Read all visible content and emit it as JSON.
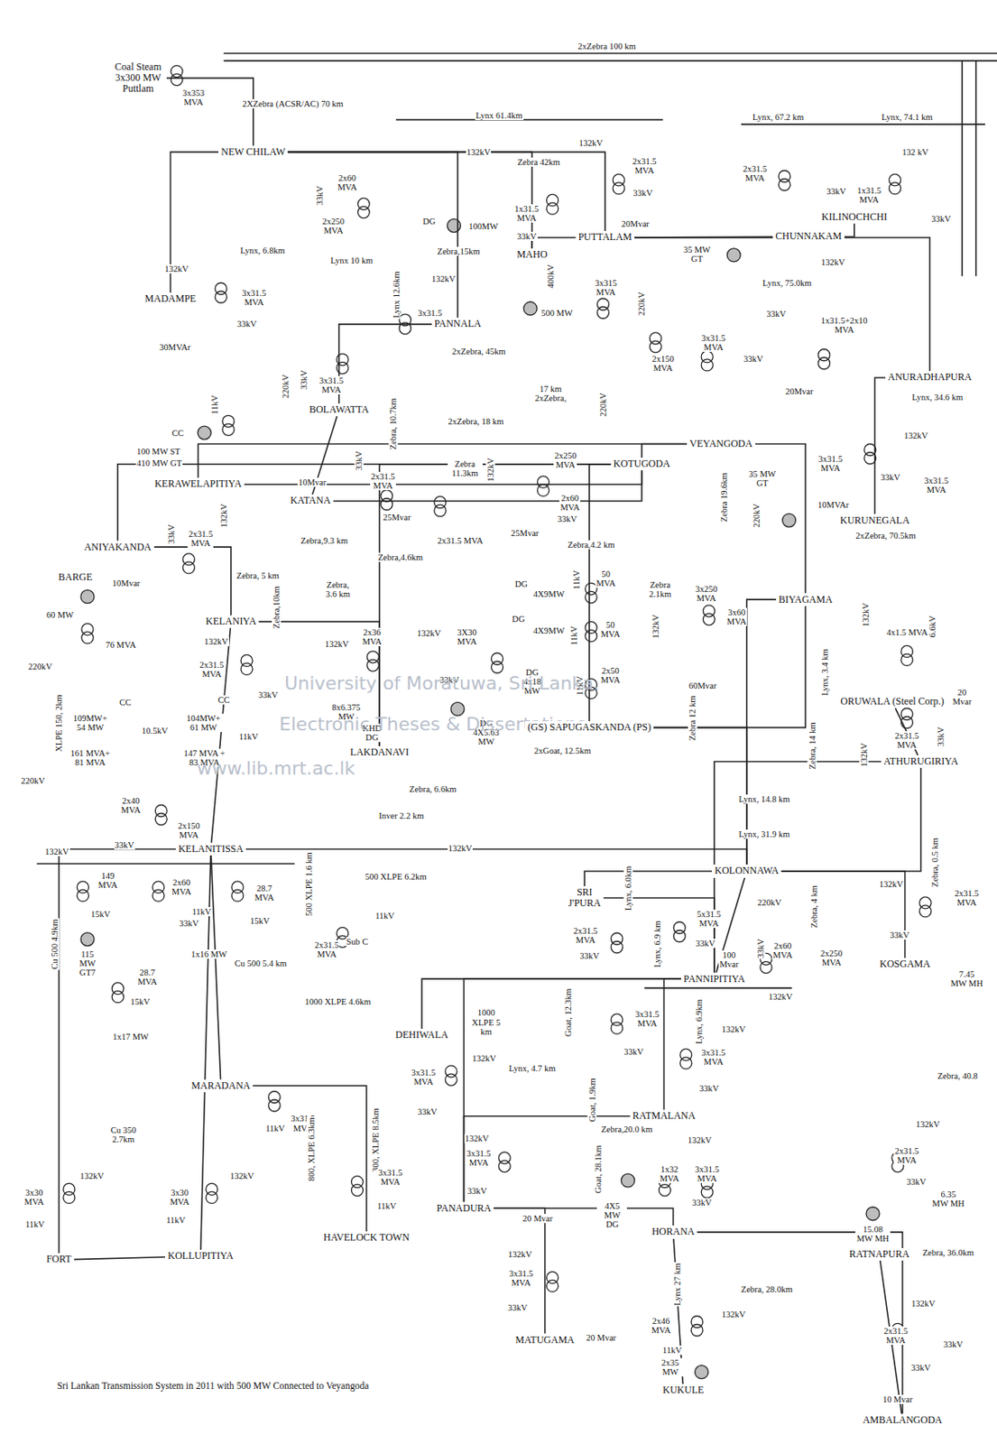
{
  "diagram": {
    "caption": "Sri Lankan Transmission System in 2011 with 500 MW Connected to Veyangoda",
    "nodes": [
      {
        "text": [
          "Coal Steam",
          "3x300 MW Puttlam"
        ]
      },
      {
        "text": [
          "NEW CHILAW"
        ]
      },
      {
        "text": [
          "MADAMPE"
        ]
      },
      {
        "text": [
          "PANNALA"
        ]
      },
      {
        "text": [
          "MAHO"
        ]
      },
      {
        "text": [
          "PUTTALAM"
        ]
      },
      {
        "text": [
          "CHUNNAKAM"
        ]
      },
      {
        "text": [
          "KILINOCHCHI"
        ]
      },
      {
        "text": [
          "ANURADHAPURA"
        ]
      },
      {
        "text": [
          "VEYANGODA"
        ]
      },
      {
        "text": [
          "BOLAWATTA"
        ]
      },
      {
        "text": [
          "KERAWELAPITIYA"
        ]
      },
      {
        "text": [
          "KATANA"
        ]
      },
      {
        "text": [
          "KOTUGODA"
        ]
      },
      {
        "text": [
          "KURUNEGALA"
        ]
      },
      {
        "text": [
          "ANIYAKANDA"
        ]
      },
      {
        "text": [
          "BARGE"
        ]
      },
      {
        "text": [
          "BIYAGAMA"
        ]
      },
      {
        "text": [
          "KELANIYA"
        ]
      },
      {
        "text": [
          "LAKDANAVI"
        ]
      },
      {
        "text": [
          "(GS) SAPUGASKANDA (PS)"
        ]
      },
      {
        "text": [
          "ORUWALA (Steel Corp.)"
        ]
      },
      {
        "text": [
          "ATHURUGIRIYA"
        ]
      },
      {
        "text": [
          "KELANITISSA"
        ]
      },
      {
        "text": [
          "KOLONNAWA"
        ]
      },
      {
        "text": [
          "SRI J'PURA"
        ]
      },
      {
        "text": [
          "PANNIPITIYA"
        ]
      },
      {
        "text": [
          "KOSGAMA"
        ]
      },
      {
        "text": [
          "MARADANA"
        ]
      },
      {
        "text": [
          "DEHIWALA"
        ]
      },
      {
        "text": [
          "RATMALANA"
        ]
      },
      {
        "text": [
          "FORT"
        ]
      },
      {
        "text": [
          "KOLLUPITIYA"
        ]
      },
      {
        "text": [
          "HAVELOCK TOWN"
        ]
      },
      {
        "text": [
          "PANADURA"
        ]
      },
      {
        "text": [
          "HORANA"
        ]
      },
      {
        "text": [
          "RATNAPURA"
        ]
      },
      {
        "text": [
          "MATUGAMA"
        ]
      },
      {
        "text": [
          "KUKULE"
        ]
      },
      {
        "text": [
          "AMBALANGODA"
        ]
      }
    ],
    "edges": [
      {
        "from": 0,
        "to": 1,
        "arrow": "none",
        "label": "2XZebra (ACSR/AC) 70 km"
      },
      {
        "from": 1,
        "to": 2,
        "arrow": "none",
        "label": "Lynx, 6.8km"
      },
      {
        "from": 1,
        "to": 5,
        "arrow": "none",
        "label": "Lynx 61.4km"
      },
      {
        "from": 5,
        "to": 4,
        "arrow": "none",
        "label": "Zebra 42km"
      },
      {
        "from": 1,
        "to": 4,
        "arrow": "none",
        "label": "Zebra,15km"
      },
      {
        "from": 1,
        "to": 3,
        "arrow": "none",
        "label": "Lynx 10 km"
      },
      {
        "from": 3,
        "to": 10,
        "arrow": "none",
        "label": "Lynx 12.6km"
      },
      {
        "from": 5,
        "to": 6,
        "arrow": "none",
        "label": "Lynx, 67.2 km"
      },
      {
        "from": 6,
        "to": 7,
        "arrow": "none",
        "label": "Lynx, 74.1 km"
      },
      {
        "from": 5,
        "to": 8,
        "arrow": "none",
        "label": "Lynx, 75.0km"
      },
      {
        "from": 9,
        "to": 11,
        "arrow": "none",
        "label": "2xZebra, 45km"
      },
      {
        "from": 9,
        "to": 13,
        "arrow": "none",
        "label": "17 km 2xZebra,"
      },
      {
        "from": 11,
        "to": 13,
        "arrow": "none",
        "label": "2xZebra, 18 km"
      },
      {
        "from": 10,
        "to": 12,
        "arrow": "none",
        "label": "Zebra, 10.7km"
      },
      {
        "from": 12,
        "to": 13,
        "arrow": "none",
        "label": "Zebra 11.3km"
      },
      {
        "from": 8,
        "to": 14,
        "arrow": "none",
        "label": "Lynx, 34.6 km"
      },
      {
        "from": 9,
        "to": 17,
        "arrow": "none",
        "label": "Zebra 19.6km"
      },
      {
        "from": 13,
        "to": 15,
        "arrow": "none",
        "label": "Zebra,9.3 km"
      },
      {
        "from": 15,
        "to": 18,
        "arrow": "none",
        "label": "Zebra, 5 km"
      },
      {
        "from": 13,
        "to": 19,
        "arrow": "none",
        "label": "Zebra,4.6km"
      },
      {
        "from": 18,
        "to": 19,
        "arrow": "none",
        "label": "Zebra, 3.6 km"
      },
      {
        "from": 13,
        "to": 20,
        "arrow": "none",
        "label": "Zebra,4.2 km"
      },
      {
        "from": 20,
        "to": 17,
        "arrow": "none",
        "label": "Zebra 2.1km"
      },
      {
        "from": 17,
        "to": 24,
        "arrow": "none",
        "label": "Zebra 12 km"
      },
      {
        "from": 20,
        "to": 24,
        "arrow": "none",
        "label": "2xGoat, 12.5km"
      },
      {
        "from": 18,
        "to": 23,
        "arrow": "none",
        "label": "Zebra,10km"
      },
      {
        "from": 23,
        "to": 24,
        "arrow": "none",
        "label": "Zebra, 6.6km"
      },
      {
        "from": 21,
        "to": 22,
        "arrow": "none",
        "label": "Lynx, 3.4 km"
      },
      {
        "from": 24,
        "to": 22,
        "arrow": "none",
        "label": "Lynx, 14.8 km"
      },
      {
        "from": 24,
        "to": 27,
        "arrow": "none",
        "label": "Lynx, 31.9 km"
      },
      {
        "from": 22,
        "to": 26,
        "arrow": "none",
        "label": "Zebra, 14 km"
      },
      {
        "from": 24,
        "to": 26,
        "arrow": "none",
        "label": "Zebra, 4 km"
      },
      {
        "from": 24,
        "to": 25,
        "arrow": "none",
        "label": "Lynx, 6.0km"
      },
      {
        "from": 25,
        "to": 26,
        "arrow": "none",
        "label": "Lynx, 6.9 km"
      },
      {
        "from": 26,
        "to": 30,
        "arrow": "none",
        "label": "Lynx, 6.9km"
      },
      {
        "from": 23,
        "to": 31,
        "arrow": "none",
        "label": "Cu 500 4.9km"
      },
      {
        "from": 31,
        "to": 32,
        "arrow": "none",
        "label": "Cu 350 2.7km"
      },
      {
        "from": 23,
        "to": 32,
        "arrow": "none",
        "label": "Cu 500 5.4 km"
      },
      {
        "from": 23,
        "to": 28,
        "arrow": "none",
        "label": "1000 XLPE 4.6km"
      },
      {
        "from": 28,
        "to": 33,
        "arrow": "none",
        "label": "800, XLPE 6.3km"
      },
      {
        "from": 26,
        "to": 29,
        "arrow": "none",
        "label": "1000 XLPE 5 km"
      },
      {
        "from": 30,
        "to": 34,
        "arrow": "none",
        "label": "Lynx, 4.7 km"
      },
      {
        "from": 26,
        "to": 34,
        "arrow": "none",
        "label": "Goat, 12.3km"
      },
      {
        "from": 34,
        "to": 35,
        "arrow": "none",
        "label": "Zebra,20.0 km"
      },
      {
        "from": 34,
        "to": 37,
        "arrow": "none",
        "label": "Goat, 28.1km"
      },
      {
        "from": 35,
        "to": 38,
        "arrow": "none",
        "label": "Lynx 27 km"
      },
      {
        "from": 35,
        "to": 39,
        "arrow": "none",
        "label": "Zebra, 28.0km"
      },
      {
        "from": 36,
        "to": 39,
        "arrow": "none",
        "label": "Zebra, 36.0km"
      }
    ],
    "labels": [
      "2xZebra 100 km",
      "3x353 MVA",
      "132kV",
      "132kV",
      "2x31.5 MVA",
      "33kV",
      "20Mvar",
      "1x31.5 MVA",
      "33kV",
      "DG",
      "100MW",
      "2x31.5 MVA",
      "33kV",
      "1x31.5 MVA",
      "33kV",
      "132 kV",
      "132kV",
      "35 MW GT",
      "2x60 MVA",
      "33kV",
      "2x250 MVA",
      "132kV",
      "3x31.5 MVA",
      "33kV",
      "30MVAr",
      "132kV",
      "3x31.5",
      "400kV",
      "3x315 MVA",
      "220kV",
      "500 MW",
      "3x31.5 MVA",
      "33kV",
      "220kV",
      "3x31.5 MVA",
      "2x150 MVA",
      "33kV",
      "20Mvar",
      "220kV",
      "33kV",
      "1x31.5+2x10 MVA",
      "132kV",
      "11kV",
      "CC",
      "100 MW ST",
      "410 MW GT",
      "132kV",
      "2x31.5 MVA",
      "33kV",
      "10Mvar",
      "25Mvar",
      "2x250 MVA",
      "2x60 MVA",
      "33kV",
      "25Mvar",
      "35 MW GT",
      "220kV",
      "3x31.5 MVA",
      "33kV",
      "10MVAr",
      "3x31.5 MVA",
      "2xZebra, 70.5km",
      "33kV",
      "2x31.5 MVA",
      "132kV",
      "2x31.5 MVA",
      "10Mvar",
      "60 MW",
      "76 MVA",
      "220kV",
      "3x250 MVA",
      "DG",
      "4X9MW",
      "11kV",
      "50 MVA",
      "3x60 MVA",
      "DG",
      "4X9MW",
      "50 MVA",
      "132kV",
      "60Mvar",
      "11kV",
      "2x50 MVA",
      "11kV",
      "DG 4x18 MW",
      "132kV",
      "2x36 MVA",
      "8x6.375 MW",
      "KHD DG",
      "132kV",
      "3X30 MVA",
      "33kV",
      "DG 4X5.63 MW",
      "132kV",
      "2x31.5 MVA",
      "33kV",
      "XLPE 150, 2km",
      "CC",
      "109MW+ 54 MW",
      "10.5kV",
      "104MW+ 61 MW",
      "CC",
      "161 MVA+ 81 MVA",
      "147 MVA + 83 MVA",
      "11kV",
      "220kV",
      "132kV",
      "4x1.5 MVA",
      "6.6kV",
      "20 Mvar",
      "2x31.5 MVA",
      "33kV",
      "132kV",
      "2x40 MVA",
      "2x150 MVA",
      "33kV",
      "132kV",
      "149 MVA",
      "15kV",
      "115 MW GT7",
      "2x60 MVA",
      "11kV",
      "33kV",
      "28.7 MVA",
      "15kV",
      "28.7 MVA",
      "15kV",
      "1x17 MW",
      "1x16 MW",
      "Inver 2.2 km",
      "132kV",
      "500 XLPE 1.6 km",
      "500 XLPE 6.2km",
      "11kV",
      "2x31.5 MVA",
      "Sub C",
      "132kV",
      "3x31.5 MVA",
      "33kV",
      "Goat, 1.9km",
      "2x31.5 MVA",
      "33kV",
      "3x31.5 MVA",
      "33kV",
      "5x31.5 MVA",
      "33kV",
      "220kV",
      "33kV",
      "2x60 MVA",
      "100 Mvar",
      "2x250 MVA",
      "132kV",
      "132kV",
      "3x31.5 MVA",
      "33kV",
      "Zebra, 0.5 km",
      "132kV",
      "2x31.5 MVA",
      "33kV",
      "7.45 MW MH",
      "3x31.5 MVA",
      "11kV",
      "300, XLPE 8.5km",
      "3x31.5 MVA",
      "11kV",
      "132kV",
      "3x30 MVA",
      "11kV",
      "3x30 MVA",
      "132kV",
      "11kV",
      "132kV",
      "3x31.5 MVA",
      "33kV",
      "20 Mvar",
      "132kV",
      "1x32 MVA",
      "3x31.5 MVA",
      "33kV",
      "4X5 MW DG",
      "132kV",
      "2x46 MVA",
      "11kV",
      "2x35 MW",
      "132kV",
      "3x31.5 MVA",
      "33kV",
      "20 Mvar",
      "Zebra, 40.8",
      "132kV",
      "2x31.5 MVA",
      "33kV",
      "6.35 MW MH",
      "15.08 MW MH",
      "132kV",
      "2x31.5 MVA",
      "33kV",
      "33kV",
      "10 Mvar",
      "University of Moratuwa, Sri Lanka.",
      "Electronic Theses & Dissertations",
      "www.lib.mrt.ac.lk"
    ]
  }
}
